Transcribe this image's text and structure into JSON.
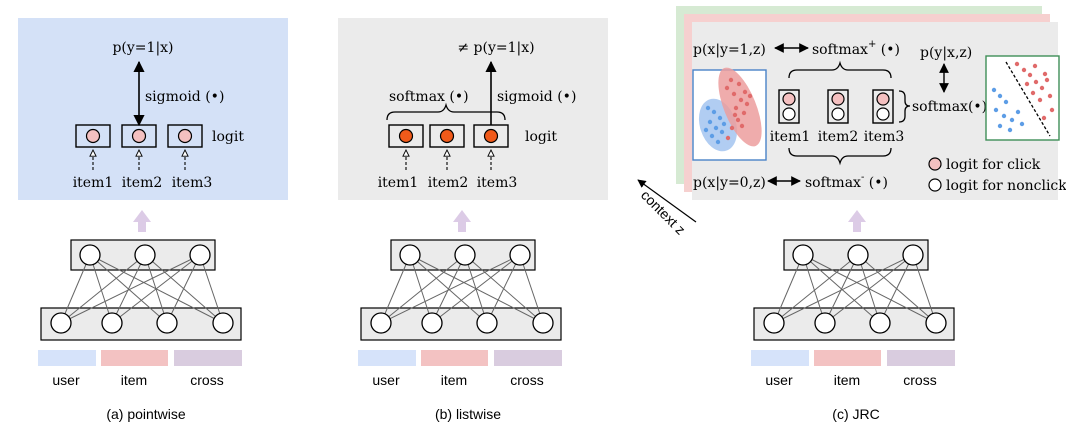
{
  "colors": {
    "pointwise_bg": "#d4e1f7",
    "listwise_bg": "#ebebeb",
    "jrc_front_bg": "#ebebeb",
    "jrc_layer_green": "#d6ead3",
    "jrc_layer_pink": "#f6d0cf",
    "logit_pink": "#f4c0c0",
    "logit_orange": "#f05a1a",
    "arrow_purple": "#dccbe6",
    "legend_user": "#d6e3fa",
    "legend_item": "#f3c2c2",
    "legend_cross": "#d9ccdf",
    "scatter_red": "#e06a6a",
    "scatter_blue": "#5d9de6"
  },
  "panel_a": {
    "caption": "(a) pointwise",
    "prob": "p(y=1|x)",
    "func": "sigmoid (•)",
    "logit": "logit",
    "items": [
      "item1",
      "item2",
      "item3"
    ]
  },
  "panel_b": {
    "caption": "(b) listwise",
    "prob": "≠ p(y=1|x)",
    "func": "sigmoid (•)",
    "softmax": "softmax (•)",
    "logit": "logit",
    "items": [
      "item1",
      "item2",
      "item3"
    ]
  },
  "panel_c": {
    "caption": "(c) JRC",
    "prob_top": "p(x|y=1,z)",
    "softmax_plus_base": "softmax",
    "softmax_plus_sup": "+",
    "softmax_plus_arg": " (•)",
    "prob_bottom": "p(x|y=0,z)",
    "softmax_minus_base": "softmax",
    "softmax_minus_sup": "-",
    "softmax_minus_arg": " (•)",
    "prob_right": "p(y|x,z)",
    "softmax_right": "softmax(•)",
    "context": "context z",
    "items": [
      "item1",
      "item2",
      "item3"
    ],
    "legend_click": "logit for click",
    "legend_nonclick": "logit for nonclick"
  },
  "legend": {
    "user": "user",
    "item": "item",
    "cross": "cross"
  }
}
